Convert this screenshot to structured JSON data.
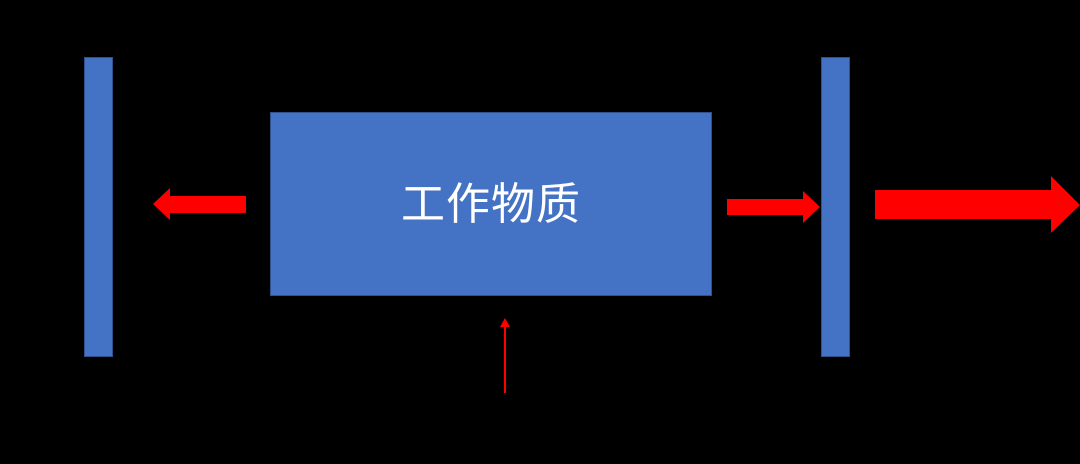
{
  "diagram": {
    "type": "laser-resonator-schematic",
    "background": "#000000",
    "colors": {
      "component_fill": "#4472c4",
      "component_border": "#2f528f",
      "arrow": "#ff0000",
      "label": "#ffffff"
    },
    "nodes": [
      {
        "id": "left-mirror",
        "label": "",
        "shape": "vertical-bar"
      },
      {
        "id": "gain-medium",
        "label": "工作物质",
        "shape": "rectangle"
      },
      {
        "id": "right-mirror",
        "label": "",
        "shape": "vertical-bar"
      }
    ],
    "edges": [
      {
        "from": "gain-medium",
        "to": "left-mirror",
        "style": "block-arrow-medium",
        "direction": "left"
      },
      {
        "from": "gain-medium",
        "to": "right-mirror",
        "style": "block-arrow-medium",
        "direction": "right"
      },
      {
        "from": "right-mirror",
        "to": "output",
        "style": "block-arrow-large",
        "direction": "right"
      },
      {
        "from": "pump",
        "to": "gain-medium",
        "style": "thin-arrow",
        "direction": "up"
      }
    ]
  },
  "medium": {
    "label": "工作物质"
  }
}
